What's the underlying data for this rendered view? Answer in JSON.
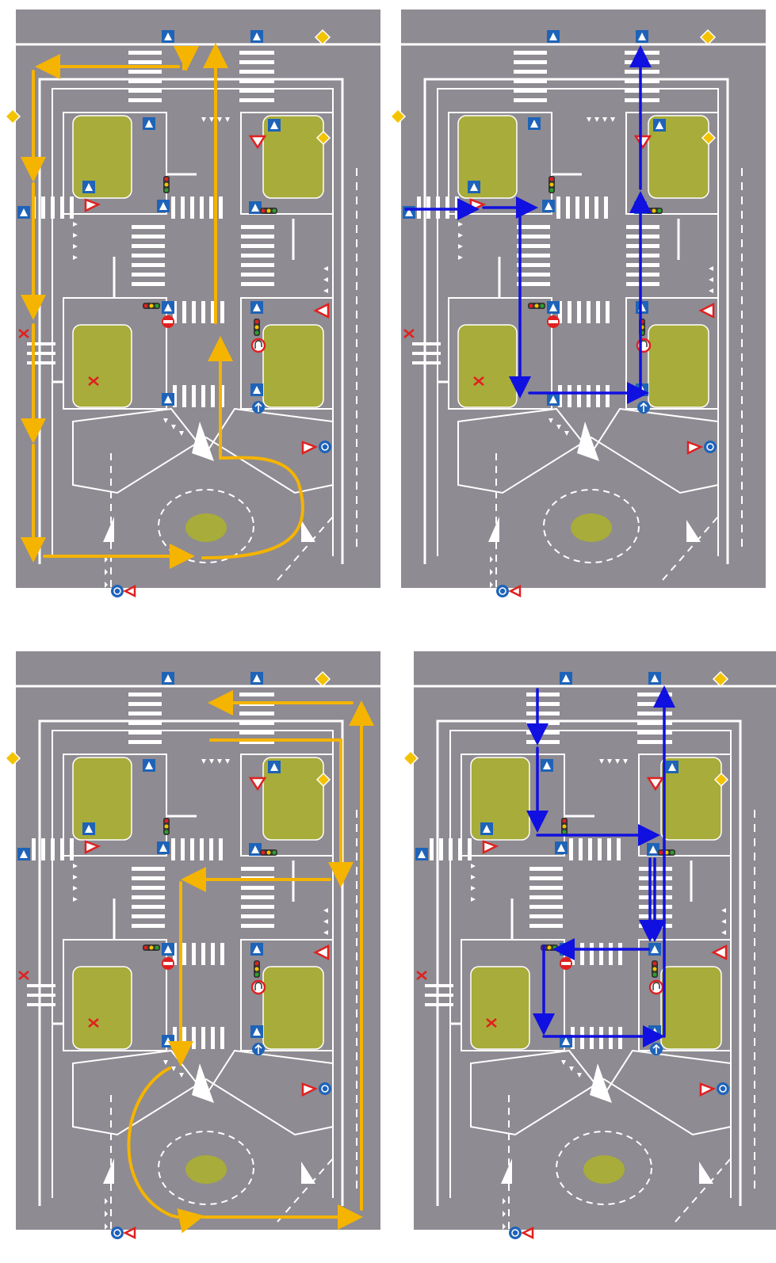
{
  "page": {
    "background": "#ffffff"
  },
  "colors": {
    "road": "#8e8b92",
    "road_edge": "#7d7a80",
    "marking": "#ffffff",
    "island": "#a8ac3a",
    "island_border": "#ffffff",
    "sign_blue": "#1e63b8",
    "sign_red": "#e02020",
    "sign_yellow": "#f3c300",
    "route_orange": "#f5b400",
    "route_blue": "#1010e0"
  },
  "legend_icons": [
    "crosswalk-sign-icon",
    "priority-road-sign-icon",
    "yield-sign-icon",
    "no-entry-sign-icon",
    "no-u-turn-sign-icon",
    "traffic-light-icon",
    "roundabout-sign-icon",
    "ahead-only-sign-icon",
    "railway-crossing-sign-icon"
  ],
  "panels": [
    {
      "id": "panel-top-left",
      "route_color": "orange",
      "description_icons": [
        "route-arrow-icon"
      ]
    },
    {
      "id": "panel-top-right",
      "route_color": "blue",
      "description_icons": [
        "route-arrow-icon"
      ]
    },
    {
      "id": "panel-bottom-left",
      "route_color": "orange",
      "description_icons": [
        "route-arrow-icon"
      ]
    },
    {
      "id": "panel-bottom-right",
      "route_color": "blue",
      "description_icons": [
        "route-arrow-icon"
      ]
    }
  ]
}
